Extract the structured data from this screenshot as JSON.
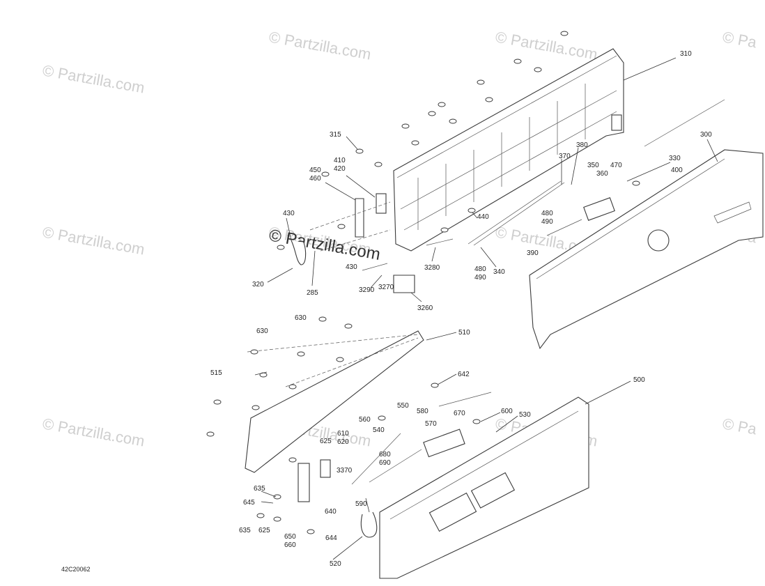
{
  "diagram_code": "42C20062",
  "watermarks": [
    "© Partzilla.com",
    "© Partzilla.com",
    "© Partzilla.com",
    "© Pa",
    "© Partzilla.com",
    "© Partzilla.com",
    "© Partzilla.com",
    "© Pa",
    "© Partzilla.com",
    "© Partzilla.com",
    "© Partzilla.com",
    "© Pa",
    "© Partzilla.com"
  ],
  "callouts": [
    "310",
    "300",
    "315",
    "410",
    "420",
    "450",
    "460",
    "430",
    "320",
    "285",
    "430",
    "3290",
    "3270",
    "3260",
    "3280",
    "440",
    "480",
    "490",
    "340",
    "370",
    "380",
    "350",
    "360",
    "470",
    "330",
    "400",
    "480",
    "490",
    "390",
    "630",
    "630",
    "510",
    "515",
    "642",
    "500",
    "550",
    "580",
    "560",
    "540",
    "570",
    "670",
    "600",
    "530",
    "610",
    "620",
    "625",
    "680",
    "690",
    "3370",
    "635",
    "645",
    "590",
    "640",
    "635",
    "625",
    "650",
    "660",
    "644",
    "520"
  ],
  "center_watermark": "© Partzilla.com"
}
